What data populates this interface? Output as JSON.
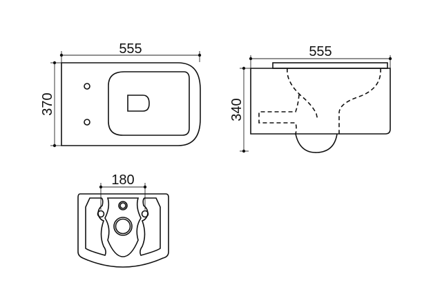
{
  "top_view": {
    "width_label": "555",
    "depth_label": "370"
  },
  "side_view": {
    "width_label": "555",
    "height_label": "340"
  },
  "rear_view": {
    "bolt_spacing_label": "180"
  }
}
